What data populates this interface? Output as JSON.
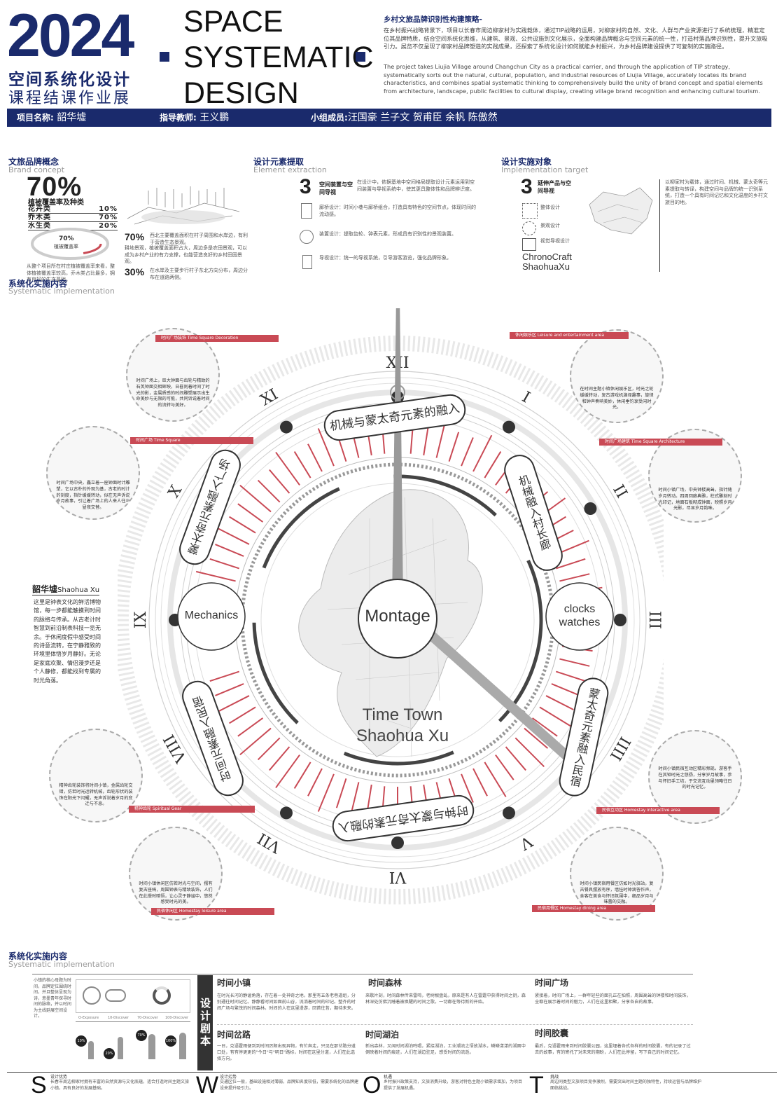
{
  "header": {
    "year": "2024",
    "cn_title": "空间系统化设计",
    "cn_subtitle": "课程结课作业展",
    "en_title_lines": [
      "SPACE",
      "SYSTEMATIC",
      "DESIGN"
    ],
    "strategy_title": "乡村文旅品牌识别性构建策略-",
    "strategy_cn": "在乡村振兴战略背景下，项目以长春市周边柳家村为实践载体，通过TIP战略的运用，对柳家村的自然、文化、人群与产业资源进行了系统梳理，精准定位其品牌特质，结合空间系统化思维，从建筑、景观、公共设施到文化展示，全面构建品牌概念与空间元素的统一性，打造村落品牌识别性，提升文旅吸引力。展览不仅呈现了柳家村品牌塑造的实践成果，还探索了系统化设计如何赋能乡村振兴，为乡村品牌建设提供了可复制的实施路径。",
    "strategy_en": "The project takes Liujia Village around Changchun City as a practical carrier, and through the application of TIP strategy, systematically sorts out the natural, cultural, population, and industrial resources of Liujia Village, accurately locates its brand characteristics, and combines spatial systematic thinking to comprehensively build the unity of brand concept and spatial elements from architecture, landscape, public facilities to cultural display, creating village brand recognition and enhancing cultural tourism."
  },
  "bar": {
    "project_label": "项目名称:",
    "project_value": "韶华墟",
    "teacher_label": "指导教师:",
    "teacher_value": "王义鹏",
    "members_label": "小组成员:",
    "members_value": "汪国豪  兰子文  贺甫臣  余帆  陈傲然"
  },
  "brand": {
    "title": "文旅品牌概念",
    "title_en": "Brand concept",
    "big_pct": "70%",
    "big_caption": "植被覆盖率及种类",
    "rows": [
      {
        "name": "花卉类",
        "value": "10%"
      },
      {
        "name": "乔木类",
        "value": "70%"
      },
      {
        "name": "水生类",
        "value": "20%"
      }
    ],
    "donut_pct": "70%",
    "donut_label": "植被覆盖率",
    "note1": "从整个项目所在村庄植被覆盖率来看，整体植被覆盖率较高，乔木类占比最多，拥有良好的生态基础。",
    "pct_a": "70%",
    "pct_a_text": "西北主要覆盖面积在村子周围和水岸边，有利于营造生态景观。",
    "pct_b": "30%",
    "pct_b_text": "在水岸及主要步行村子东北方向分布，周边分布在道路两侧。",
    "mid_text": "耕地景观，植被覆盖面积占大，周边多是农田景观，可以成为乡村产业的有力支撑，也能营造良好的乡村田园景观。"
  },
  "elements": {
    "title": "设计元素提取",
    "title_en": "Element extraction",
    "num": "3",
    "num_label": "空间装置与空间导视",
    "intro": "在设计中，依据基地中空间格局提取设计元素运用到空间装置与导视系统中，使其更具整体性和品牌辨识度。",
    "items": [
      "廊桥设计：时间小巷与廊桥组合，打造具有特色的空间节点，体现时间的流动感。",
      "装置设计：提取齿轮、钟表元素，形成具有识别性的景观装置。",
      "导视设计：统一的导视系统，引导游客游览，强化品牌形象。"
    ]
  },
  "target": {
    "title": "设计实施对象",
    "title_en": "Implementation target",
    "num": "3",
    "num_label": "延伸产品与空间导视",
    "items": [
      "整体设计",
      "景观设计",
      "视觉导视设计"
    ],
    "brand_en1": "ChronoCraft",
    "brand_en2": "ShaohuaXu",
    "desc": "以柳家村为载体，通过时间、机械、蒙太奇等元素提取与转译，构建空间与品牌的统一识别系统，打造一个具有时间记忆和文化温度的乡村文旅目的地。"
  },
  "system": {
    "title": "系统化实施内容",
    "title_en": "Systematic implementation"
  },
  "clock": {
    "numerals": [
      "XII",
      "I",
      "II",
      "III",
      "IIII",
      "V",
      "VI",
      "VII",
      "VIII",
      "IX",
      "X",
      "XI"
    ],
    "ring_texts": [
      "机械与蒙太奇元素的融入",
      "机械融入村长廊",
      "蒙太奇元素融入广场",
      "蒙太奇元素融入民宿",
      "时钟与蒙太奇元素的融入",
      "时间元素融入民宿"
    ],
    "center": "Montage",
    "left": "Mechanics",
    "right_1": "clocks",
    "right_2": "watches",
    "town_1": "Time Town",
    "town_2": "Shaohua Xu"
  },
  "left_intro": {
    "title": "韶华墟",
    "title_en": "Shaohua Xu",
    "text": "这里是钟表文化的鲜活博物馆，每一步都能触摸到时间的脉络与传承。从古老计时智慧到前沿制表科技一览无余。于休闲度假中感受时间的诗意流转，在宁静雅致的环境里体悟岁月静好。无论是家庭欢聚、情侣漫步还是个人静修，都能找到专属的时光角落。"
  },
  "bubbles": [
    {
      "label": "时间广场装饰 Time Square Decoration",
      "text": "时间广场上，巨大钟面与齿轮与精致的石英钟面交相辉映，日晷则着时间了时光的影，金属质感的时间雕塑展示出生命美妙与无限的可能，共同诉说着时间的流转与美好。"
    },
    {
      "label": "休闲娱乐区 Leisure and entertainment area",
      "text": "在时间主题小镇休闲娱乐区，时光之轮缓缓转动，复古游戏机演绎趣事，旋律和钟声奏响美妙，休闲垂钓享受闲时光。"
    },
    {
      "label": "时间广场 Time Square",
      "text": "时间广场中央，矗立着一座钟面时计雕塑，它以古朴的外观为基，古老的时计的刻度，指针缓缓转动，似在无声诉说岁月故事，引让着广场上的人来人往与昼夜交替。"
    },
    {
      "label": "时间广场建筑 Time Square Architecture",
      "text": "时间小镇广场，中央钟楼高耸，指针随岁月转动。四周回廊典雅，柱式雕刻时光印记，地面石板砌成钟面，映照岁月光影，尽显岁月韵味。"
    },
    {
      "label": "精神齿轮 Spiritual Gear",
      "text": "精神齿轮装饰将时间小镇，金属齿轮交错，仿若时光运转机械，齿轮形状的装饰在阳光下闪耀，无声诉说着岁月的变迁与不息。"
    },
    {
      "label": "民宿互动区 Homestay interactive area",
      "text": "时间小镇民宿互动区精彩频现。游客手在其钟时光之悠扬，分享岁月故事，参与怀旧手工坊，于交流互动里领略往日的时光记忆。"
    },
    {
      "label": "民宿休闲区 Homestay leisure area",
      "text": "时间小镇休闲区仿若时光与空间，摆有复古座椅，周围钟表与精致装饰，人们在此慢时暗悟，让心灵于静谧中，悠然感受时光的美。"
    },
    {
      "label": "民宿用餐区 Homestay dining area",
      "text": "时间小镇民宿用餐区仿如时光驿站，复古餐具摆放有序，墙挂时钟滴答作声，食客在美食与怀旧氛围中，细品岁月与味蕾的交融。"
    }
  ],
  "bottom": {
    "title": "系统化实施内容",
    "title_en": "Systematic implementation",
    "left_text": "小镇的核心母题为时间，品牌定位围绕时间，并且整体呈现为诗，意墨青年探寻时间的脉络，并以时间为主线延展空间设计。",
    "steps": [
      "O-Exposure",
      "10-Discover",
      "70-Discover",
      "100-Discover"
    ],
    "step_pcts": [
      "10%",
      "20%",
      "70%",
      "100%"
    ],
    "vcard": "设计剧本",
    "cards": [
      {
        "title": "时间小镇",
        "text": "在时光长河的静谧角落，存在着一处神奇之地，那里有五条老巷道组，分别通往时间记忆。静静看时间如面前山谷，流淌着时间的印记。整齐的时间广场与繁茂的时间森林。时间的人在这里漫游，回首往昔，期待未来。"
      },
      {
        "title": "时间森林",
        "text": "来歇片刻，时间森林传来雷鸣，老树根盘虬，原来是有人在雷霆中获得时间之钥，森林深处仿佛沉睡着被唤醒的时间之歌。一切都在等待新的开始。"
      },
      {
        "title": "时间广场",
        "text": "紧接着，时间广场上，一群年轻些的面孔正在拍照，周围高耸的钟楼和时间装饰，全都在展示着时间的魅力，人们在这里相聚，分享各自的故事。"
      },
      {
        "title": "时间岔路",
        "text": "一日，克语霍雨便到到时间厉顺出现异物，有忙奔走，只见在那岔路分道口处，有有停更更的\"今日\"与\"明日\"路标，时间在这里分道，人们在此选择方向。"
      },
      {
        "title": "时间湖泊",
        "text": "新出森林，又闻时间湖泊鸣唱，紧接湖泊，工业潮流之悟放湖水，鳞鳞漾漾的湖面中倒映着时间的痕迹，人们在湖边驻足，感受时间的流逝。"
      },
      {
        "title": "时间胶囊",
        "text": "最后，克语霍雨来到时间胶囊公园，这里埋着各式各样的时间胶囊，有的记录了过去的故事，有的寄托了对未来的期盼，人们在此停留，写下自己的时间记忆。"
      }
    ]
  },
  "swot": [
    {
      "letter": "S",
      "title": "设计优势",
      "text": "长春市周边柳家村拥有丰富的自然资源与文化底蕴，适合打造时间主题文旅小镇，具有良好的发展基础。"
    },
    {
      "letter": "W",
      "title": "设计劣势",
      "text": "交通区位一般，基础设施相对薄弱，品牌知名度较低，需要系统化的品牌建设来提升吸引力。"
    },
    {
      "letter": "O",
      "title": "机遇",
      "text": "乡村振兴政策支持，文旅消费升级，游客对特色主题小镇需求增加，为项目提供了发展机遇。"
    },
    {
      "letter": "T",
      "title": "挑战",
      "text": "周边同类型文旅项目竞争激烈，需要突出时间主题的独特性，持续运营与品牌维护面临挑战。"
    }
  ]
}
